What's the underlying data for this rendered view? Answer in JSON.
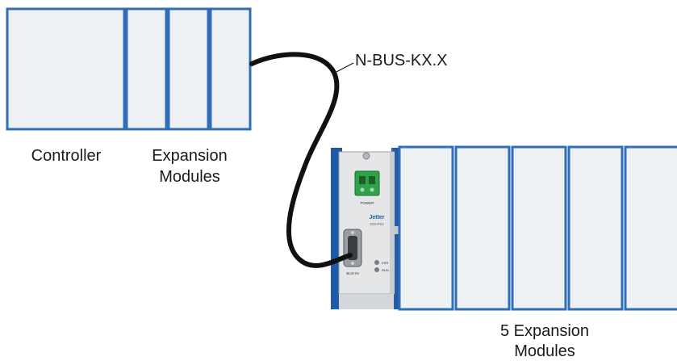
{
  "labels": {
    "cable": "N-BUS-KX.X",
    "controller": "Controller",
    "expansion_modules_line1": "Expansion",
    "expansion_modules_line2": "Modules",
    "five_expansion_line1": "5 Expansion",
    "five_expansion_line2": "Modules"
  },
  "device": {
    "brand": "Jetter",
    "model": "JX3-PS1",
    "power_label": "POWER",
    "bus_label": "BUS-IN",
    "led_1": "ERR",
    "led_2": "RUN"
  },
  "colors": {
    "module_fill": "#eef1f4",
    "module_border": "#2f6db8",
    "cable": "#111111"
  }
}
